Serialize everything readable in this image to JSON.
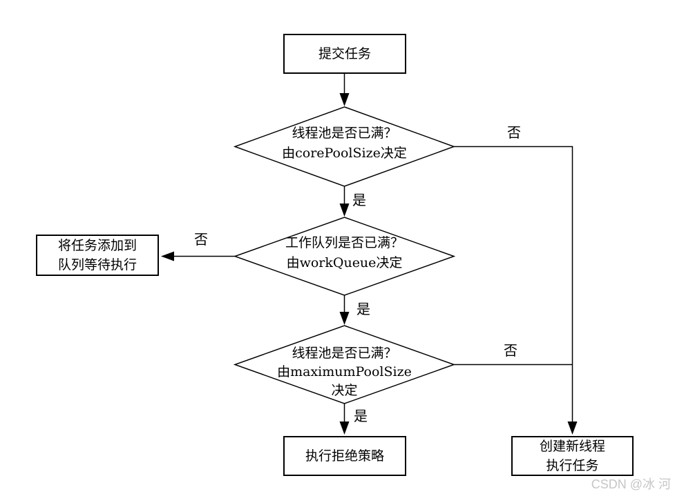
{
  "diagram": {
    "background": "#ffffff",
    "line_color": "#000000",
    "nodes": {
      "submit_task": {
        "lines": [
          "提交任务"
        ]
      },
      "decision_core_pool": {
        "lines": [
          "线程池是否已满？",
          "由corePoolSize决定"
        ]
      },
      "decision_work_queue": {
        "lines": [
          "工作队列是否已满？",
          "由workQueue决定"
        ]
      },
      "decision_maximum_pool": {
        "lines": [
          "线程池是否已满？",
          "由maximumPoolSize",
          "决定"
        ]
      },
      "add_to_queue": {
        "lines": [
          "将任务添加到",
          "队列等待执行"
        ]
      },
      "reject_policy": {
        "lines": [
          "执行拒绝策略"
        ]
      },
      "create_thread": {
        "lines": [
          "创建新线程",
          "执行任务"
        ]
      }
    },
    "edge_labels": {
      "core_pool_no": "否",
      "core_pool_yes": "是",
      "work_queue_no": "否",
      "work_queue_yes": "是",
      "maximum_pool_no": "否",
      "maximum_pool_yes": "是"
    }
  },
  "watermark": {
    "text": "CSDN @冰 河",
    "color": "#c6c6c6"
  }
}
